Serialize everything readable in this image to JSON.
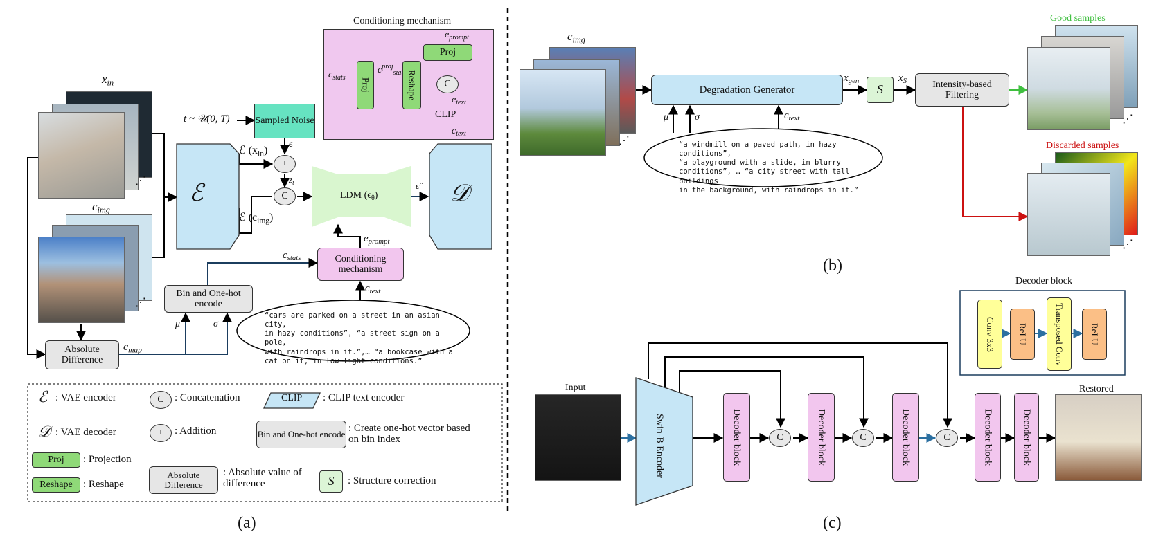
{
  "panels": {
    "a": "(a)",
    "b": "(b)",
    "c": "(c)"
  },
  "panel_a": {
    "x_in": "x",
    "x_in_sub": "in",
    "c_img": "c",
    "c_img_sub": "img",
    "time_sample": "t ~ 𝒰(0, T)",
    "sampled_noise": "Sampled Noise",
    "epsilon": "ϵ",
    "enc_x": "ℰ (x",
    "enc_x_sub": "in",
    "enc_c": "ℰ (c",
    "enc_c_sub": "img",
    "z": "z",
    "z_sub": "t",
    "encoder_symbol": "ℰ",
    "decoder_symbol": "𝒟",
    "ldm": "LDM (ϵ",
    "ldm_sub": "θ",
    "eps_hat": "ϵ̂",
    "e_prompt": "e",
    "e_prompt_sub": "prompt",
    "c_stats": "c",
    "c_stats_sub": "stats",
    "conditioning": "Conditioning mechanism",
    "c_text": "c",
    "c_text_sub": "text",
    "bin_onehot": "Bin and One-hot encode",
    "mu": "μ",
    "sigma": "σ",
    "abs_diff": "Absolute Difference",
    "c_map": "c",
    "c_map_sub": "map",
    "cloud_text": "“cars are parked on a street in an asian city,\nin hazy conditions”, “a street sign on a pole,\nwith raindrops in it.”,… “a bookcase with a\ncat on it, in low-light conditions.”",
    "cond_mech": {
      "title": "Conditioning mechanism",
      "proj": "Proj",
      "reshape": "Reshape",
      "concat": "C",
      "clip": "CLIP",
      "c_stats": "c",
      "c_stats_sub": "stats",
      "c_proj": "c",
      "c_proj_sup": "proj",
      "c_proj_sub": "stats",
      "c_text": "c",
      "c_text_sub": "text",
      "e_text": "e",
      "e_text_sub": "text",
      "e_prompt": "e",
      "e_prompt_sub": "prompt"
    },
    "concat_symbol": "C",
    "add_symbol": "+"
  },
  "legend": {
    "enc_sym": "ℰ",
    "enc": ": VAE encoder",
    "dec_sym": "𝒟",
    "dec": ": VAE decoder",
    "concat_sym": "C",
    "concat": ": Concatenation",
    "add_sym": "+",
    "add": ": Addition",
    "clip_sym": "CLIP",
    "clip": ": CLIP text encoder",
    "bin_sym": "Bin and One-hot encode",
    "bin": ": Create one-hot vector based on bin index",
    "proj_sym": "Proj",
    "proj": ": Projection",
    "reshape_sym": "Reshape",
    "reshape": ": Reshape",
    "abs_sym": "Absolute Difference",
    "abs": ": Absolute value of difference",
    "s_sym": "S",
    "s": ": Structure correction"
  },
  "panel_b": {
    "c_img": "c",
    "c_img_sub": "img",
    "deg_gen": "Degradation Generator",
    "x_gen": "x",
    "x_gen_sub": "gen",
    "s_box": "S",
    "x_s": "x",
    "x_s_sub": "S",
    "filtering": "Intensity-based Filtering",
    "good": "Good samples",
    "discarded": "Discarded samples",
    "mu": "μ",
    "sigma": "σ",
    "c_text": "c",
    "c_text_sub": "text",
    "cloud_text": "“a windmill on a paved path, in hazy conditions”,\n“a playground with a slide, in blurry\nconditions”, … “a city street with tall buildings\nin the background, with raindrops in it.”"
  },
  "panel_c": {
    "decoder_block_title": "Decoder block",
    "conv": "Conv 3x3",
    "relu1": "ReLU",
    "tconv": "Transposed Conv",
    "relu2": "ReLU",
    "input": "Input",
    "restored": "Restored",
    "encoder": "Swin-B Encoder",
    "dec_block": "Decoder block",
    "concat": "C"
  },
  "colors": {
    "green": "#8fd978",
    "pink": "#f2c6ee",
    "blue": "#c6e6f6",
    "gray": "#e6e6e6",
    "good": "#3fbf3f",
    "discarded": "#cc1111",
    "arrow_blue": "#2b6fa0"
  }
}
